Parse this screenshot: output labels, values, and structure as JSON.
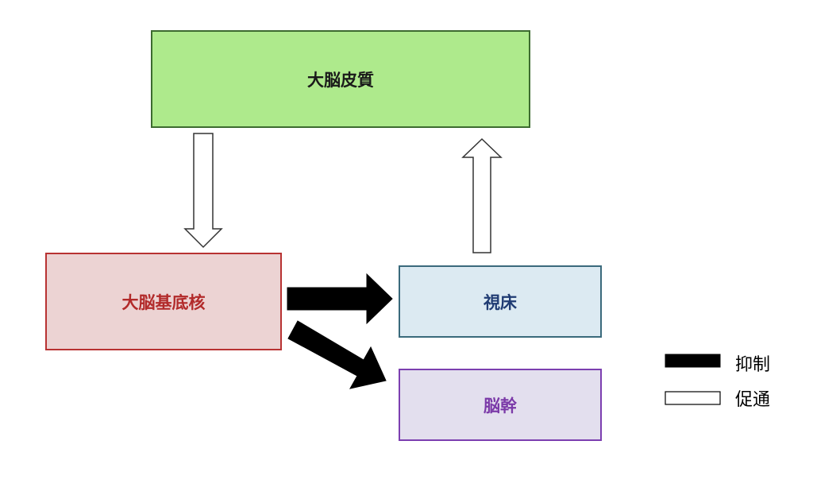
{
  "boxes": {
    "cortex": {
      "label": "大脳皮質",
      "fill": "#aeea8c",
      "text_color": "#1a1a1a"
    },
    "basal": {
      "label": "大脳基底核",
      "fill": "#ecd3d3",
      "text_color": "#b22a2a"
    },
    "thalamus": {
      "label": "視床",
      "fill": "#dceaf2",
      "text_color": "#1f3b73"
    },
    "brainstem": {
      "label": "脳幹",
      "fill": "#e3dfee",
      "text_color": "#7b3aa8"
    }
  },
  "legend": {
    "inhibit": {
      "label": "抑制",
      "fill": "#000000"
    },
    "facilitate": {
      "label": "促通",
      "fill": "#ffffff"
    }
  },
  "connections": [
    {
      "from": "cortex",
      "to": "basal",
      "type": "facilitate"
    },
    {
      "from": "thalamus",
      "to": "cortex",
      "type": "facilitate"
    },
    {
      "from": "basal",
      "to": "thalamus",
      "type": "inhibit"
    },
    {
      "from": "basal",
      "to": "brainstem",
      "type": "inhibit"
    }
  ]
}
